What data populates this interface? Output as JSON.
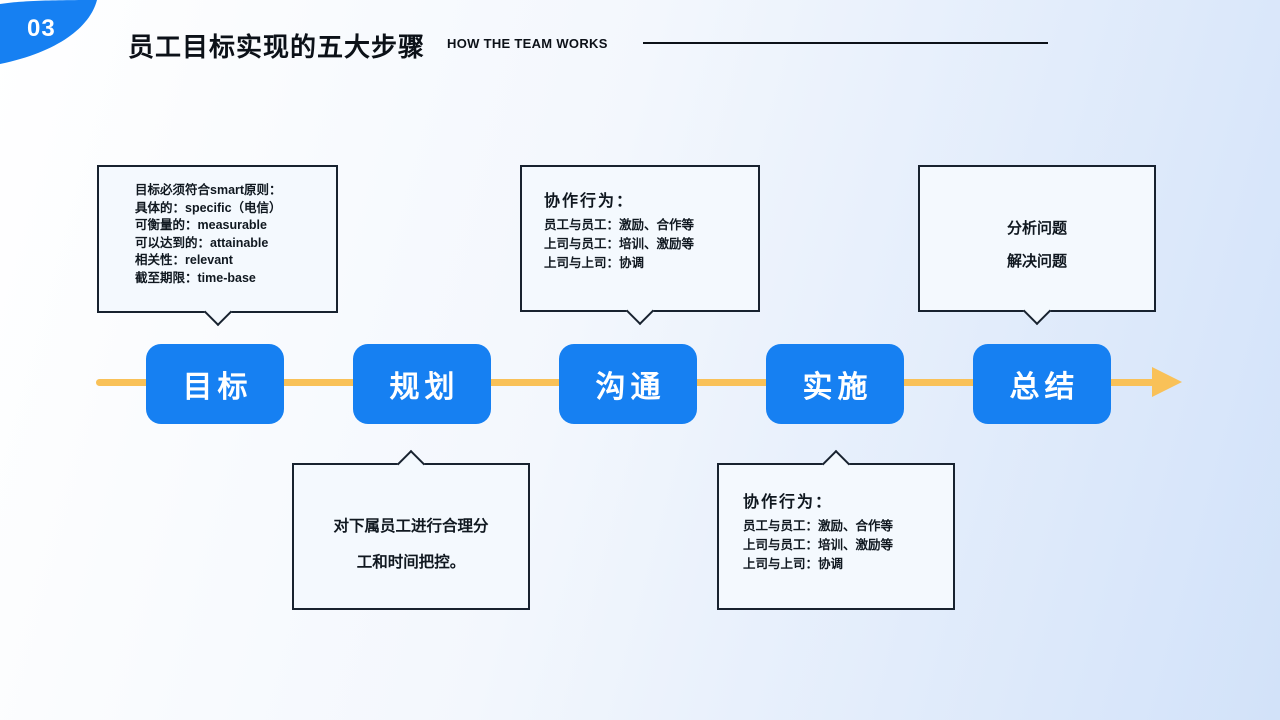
{
  "slide": {
    "page_number": "03",
    "title": "员工目标实现的五大步骤",
    "subtitle": "HOW THE TEAM WORKS"
  },
  "steps": [
    {
      "label": "目标",
      "callout": {
        "position": "top",
        "lines": [
          "目标必须符合smart原则：",
          "具体的：specific（电信）",
          "可衡量的：measurable",
          "可以达到的：attainable",
          "相关性：relevant",
          "截至期限：time-base"
        ]
      }
    },
    {
      "label": "规划",
      "callout": {
        "position": "bottom",
        "lines": [
          "对下属员工进行合理分",
          "工和时间把控。"
        ]
      }
    },
    {
      "label": "沟通",
      "callout": {
        "position": "top",
        "heading": "协作行为：",
        "lines": [
          "员工与员工：激励、合作等",
          "上司与员工：培训、激励等",
          "上司与上司：协调"
        ]
      }
    },
    {
      "label": "实施",
      "callout": {
        "position": "bottom",
        "heading": "协作行为：",
        "lines": [
          "员工与员工：激励、合作等",
          "上司与员工：培训、激励等",
          "上司与上司：协调"
        ]
      }
    },
    {
      "label": "总结",
      "callout": {
        "position": "top",
        "lines": [
          "分析问题",
          "解决问题"
        ]
      }
    }
  ],
  "colors": {
    "accent_blue": "#1680f2",
    "arrow_yellow": "#f9c158",
    "outline_dark": "#18222f",
    "bubble_bg": "#f4f9fe",
    "text_dark": "#0c1118"
  }
}
